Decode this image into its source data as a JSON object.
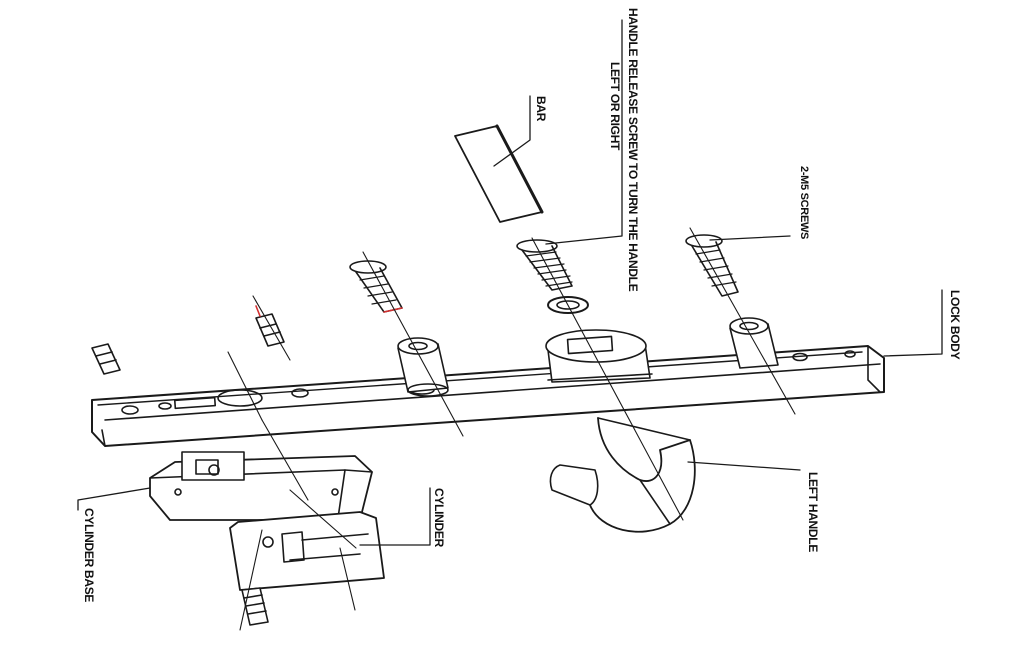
{
  "labels": {
    "handle_release_line1": "HANDLE RELEASE SCREW TO TURN THE HANDLE",
    "handle_release_line2": "LEFT OR RIGHT",
    "bar": "BAR",
    "screws": "2-M5 SCREWS",
    "lock_body": "LOCK BODY",
    "left_handle": "LEFT HANDLE",
    "cylinder": "CYLINDER",
    "cylinder_base": "CYLINDER BASE"
  },
  "colors": {
    "line": "#1a1a1a",
    "accent_red": "#d43030"
  }
}
